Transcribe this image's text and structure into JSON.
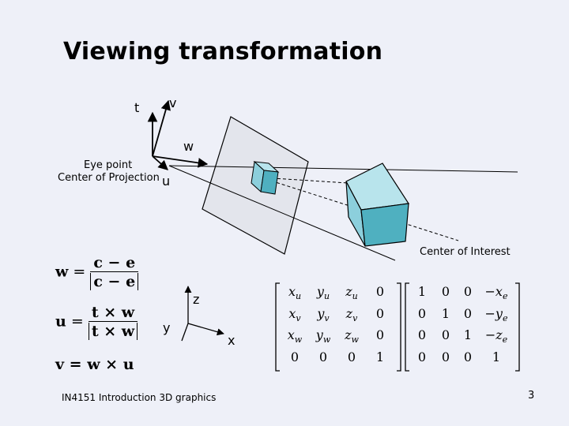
{
  "slide": {
    "title": "Viewing transformation",
    "footer": "IN4151 Introduction 3D graphics",
    "page_number": "3"
  },
  "diagram": {
    "axis_t": "t",
    "axis_v": "v",
    "axis_w": "w",
    "axis_u": "u",
    "eye_label_line1": "Eye point",
    "eye_label_line2": "Center of Projection",
    "center_of_interest": "Center of Interest",
    "world_axis_z": "z",
    "world_axis_y": "y",
    "world_axis_x": "x"
  },
  "formulas": {
    "w_lhs": "w",
    "w_num": "c − e",
    "w_den": "c − e",
    "u_lhs": "u",
    "u_num": "t × w",
    "u_den": "t × w",
    "v_line": "v = w × u"
  },
  "matrix_left": [
    [
      "x_u",
      "y_u",
      "z_u",
      "0"
    ],
    [
      "x_v",
      "y_v",
      "z_v",
      "0"
    ],
    [
      "x_w",
      "y_w",
      "z_w",
      "0"
    ],
    [
      "0",
      "0",
      "0",
      "1"
    ]
  ],
  "matrix_right": [
    [
      "1",
      "0",
      "0",
      "−x_e"
    ],
    [
      "0",
      "1",
      "0",
      "−y_e"
    ],
    [
      "0",
      "0",
      "1",
      "−z_e"
    ],
    [
      "0",
      "0",
      "0",
      "1"
    ]
  ],
  "colors": {
    "background": "#eef0f8",
    "plane_fill": "#e3e5ec",
    "cube_front": "#4fb0c0",
    "cube_top": "#b8e4ec",
    "cube_side": "#8ccfdc"
  }
}
